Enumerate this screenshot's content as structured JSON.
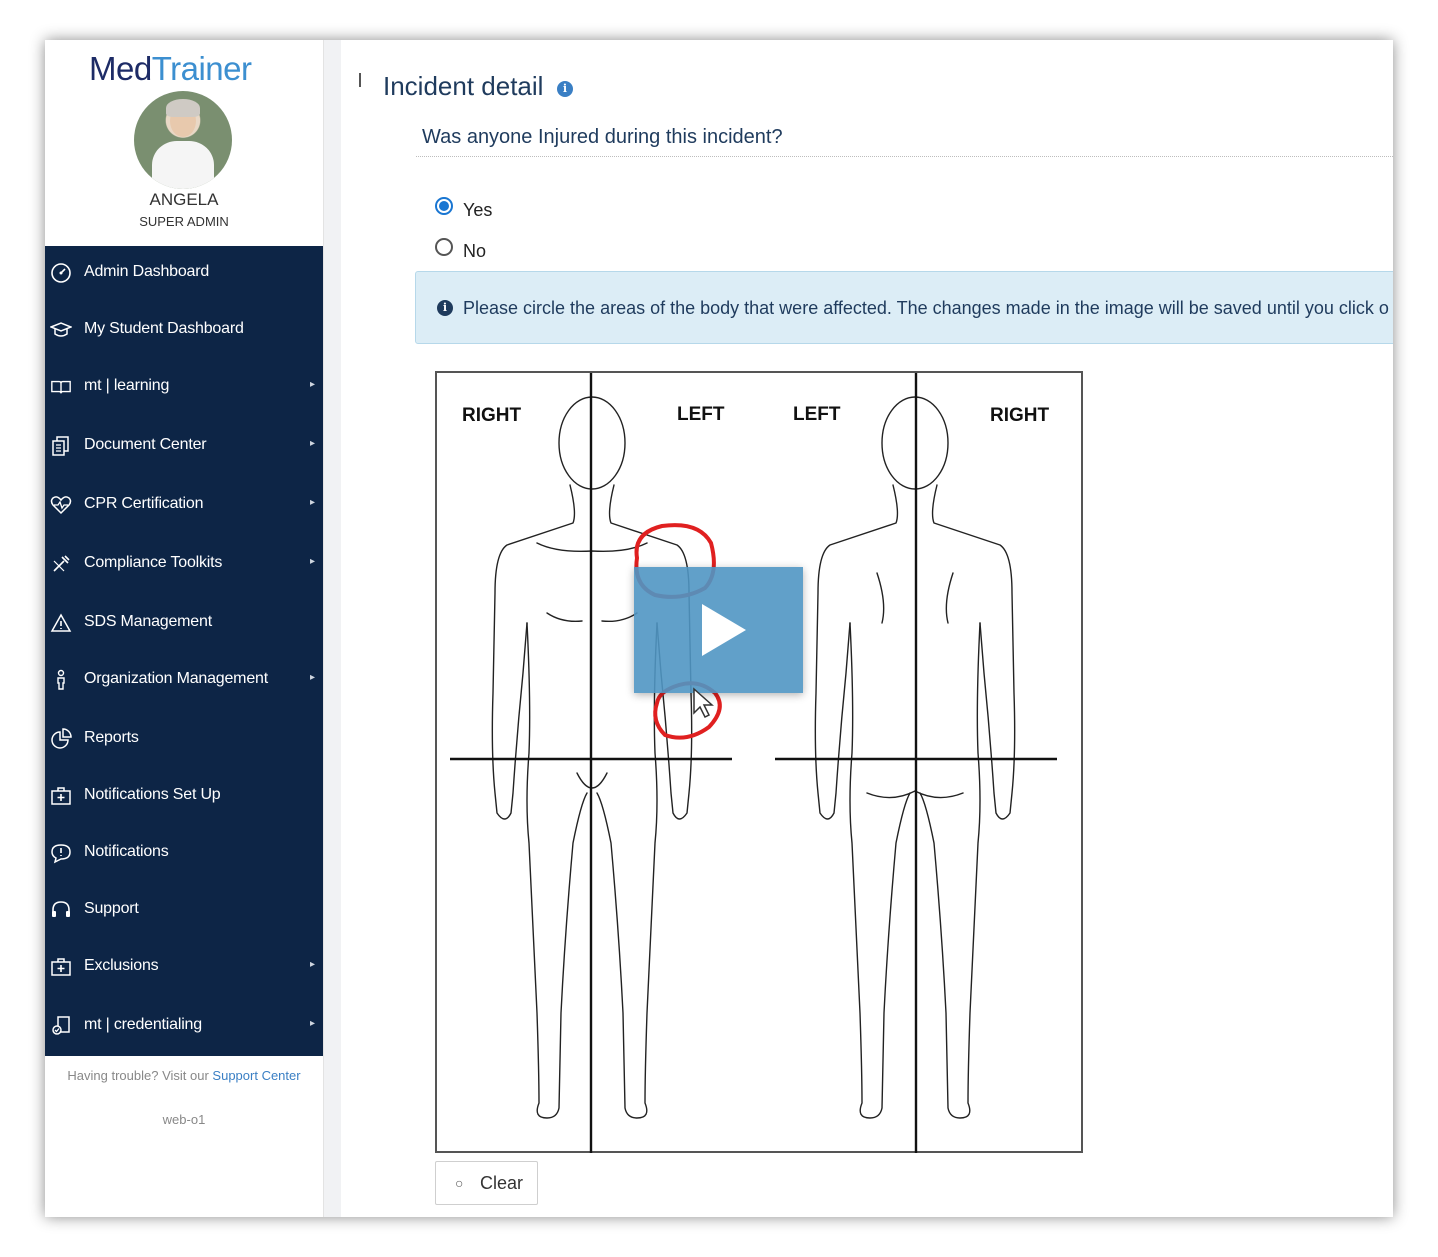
{
  "brand": {
    "logo_part1": "Med",
    "logo_part2": "Trainer"
  },
  "user": {
    "name": "ANGELA",
    "role": "SUPER ADMIN"
  },
  "sidebar": {
    "items": [
      {
        "label": "Admin Dashboard",
        "icon": "dashboard-icon",
        "has_submenu": false
      },
      {
        "label": "My Student Dashboard",
        "icon": "graduation-cap-icon",
        "has_submenu": false
      },
      {
        "label": "mt | learning",
        "icon": "book-icon",
        "has_submenu": true
      },
      {
        "label": "Document Center",
        "icon": "documents-icon",
        "has_submenu": true
      },
      {
        "label": "CPR Certification",
        "icon": "heart-pulse-icon",
        "has_submenu": true
      },
      {
        "label": "Compliance Toolkits",
        "icon": "tools-icon",
        "has_submenu": true
      },
      {
        "label": "SDS Management",
        "icon": "warning-icon",
        "has_submenu": false
      },
      {
        "label": "Organization Management",
        "icon": "person-icon",
        "has_submenu": true
      },
      {
        "label": "Reports",
        "icon": "pie-chart-icon",
        "has_submenu": false
      },
      {
        "label": "Notifications Set Up",
        "icon": "medical-box-icon",
        "has_submenu": false
      },
      {
        "label": "Notifications",
        "icon": "message-alert-icon",
        "has_submenu": false
      },
      {
        "label": "Support",
        "icon": "headset-icon",
        "has_submenu": false
      },
      {
        "label": "Exclusions",
        "icon": "medical-box-icon",
        "has_submenu": true
      },
      {
        "label": "mt | credentialing",
        "icon": "certificate-icon",
        "has_submenu": true
      }
    ],
    "chevron": "▸",
    "trouble_text": "Having trouble? Visit our ",
    "support_link": "Support Center",
    "server": "web-o1"
  },
  "main": {
    "title": "Incident detail",
    "title_info_icon": "i",
    "question": "Was anyone Injured during this incident?",
    "options": [
      {
        "label": "Yes",
        "checked": true
      },
      {
        "label": "No",
        "checked": false
      }
    ],
    "alert_icon": "i",
    "alert_text": "Please circle the areas of the body that were affected. The changes made in the image will be saved until you click o",
    "body_labels": {
      "front_right": "RIGHT",
      "front_left": "LEFT",
      "back_left": "LEFT",
      "back_right": "RIGHT"
    },
    "clear_icon": "○",
    "clear_label": "Clear"
  },
  "colors": {
    "nav_bg": "#0d2546",
    "accent": "#3a7fc4",
    "circle_mark": "#e02020",
    "play_bg": "#5096c3"
  }
}
